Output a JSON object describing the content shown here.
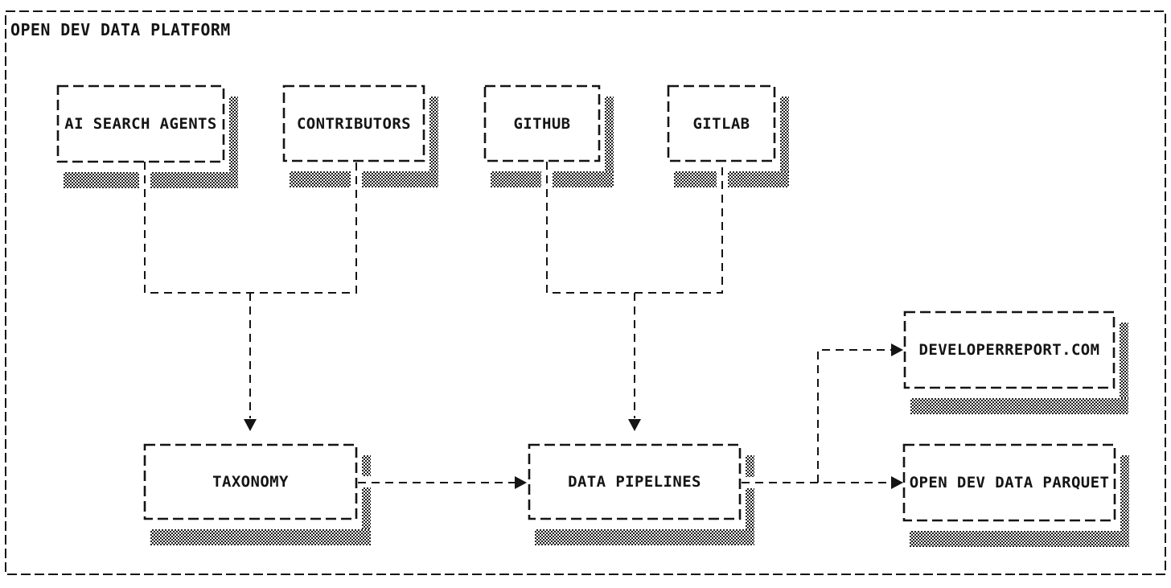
{
  "diagram": {
    "title": "OPEN DEV DATA PLATFORM",
    "nodes": [
      {
        "id": "ai-search-agents",
        "label": "AI SEARCH AGENTS"
      },
      {
        "id": "contributors",
        "label": "CONTRIBUTORS"
      },
      {
        "id": "github",
        "label": "GITHUB"
      },
      {
        "id": "gitlab",
        "label": "GITLAB"
      },
      {
        "id": "taxonomy",
        "label": "TAXONOMY"
      },
      {
        "id": "data-pipelines",
        "label": "DATA PIPELINES"
      },
      {
        "id": "developerreport-com",
        "label": "DEVELOPERREPORT.COM"
      },
      {
        "id": "open-dev-data-parquet",
        "label": "OPEN DEV DATA PARQUET"
      }
    ],
    "edges": [
      {
        "from": "ai-search-agents",
        "to": "taxonomy",
        "style": "dashed-arrow"
      },
      {
        "from": "contributors",
        "to": "taxonomy",
        "style": "dashed-arrow"
      },
      {
        "from": "github",
        "to": "data-pipelines",
        "style": "dashed-arrow"
      },
      {
        "from": "gitlab",
        "to": "data-pipelines",
        "style": "dashed-arrow"
      },
      {
        "from": "taxonomy",
        "to": "data-pipelines",
        "style": "dashed-arrow"
      },
      {
        "from": "data-pipelines",
        "to": "developerreport-com",
        "style": "dashed-arrow"
      },
      {
        "from": "data-pipelines",
        "to": "open-dev-data-parquet",
        "style": "dashed-arrow"
      }
    ],
    "colors": {
      "ink": "#141414",
      "background": "#ffffff",
      "shadow_dither": "#1c1c1c"
    }
  }
}
